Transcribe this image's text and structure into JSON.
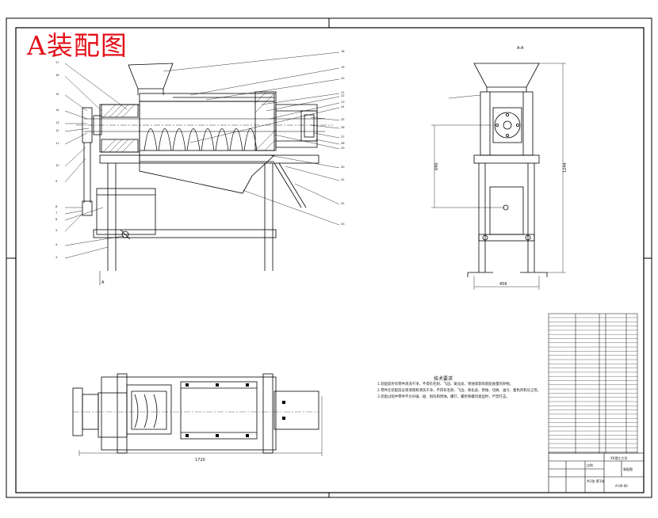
{
  "drawing": {
    "stamp_title": "A装配图",
    "view_label_side": "A-A",
    "dimensions": {
      "overall_length": "1720",
      "side_width": "456",
      "side_height": "690",
      "side_total_height": "1244"
    },
    "requirements": {
      "title": "技术要求",
      "lines": [
        "1.装配前所有零件清洗干净，不得有毛刺、飞边、氧化皮、锈蚀等影响装配质量的杂物。",
        "2.零件在装配前必须清理和清洗干净，不得有毛刺、飞边、氧化皮、锈蚀、切屑、油污、着色剂和灰尘等。",
        "3.装配过程中零件不允许磕、碰、划伤和锈蚀，螺钉、螺栓和螺母紧固时，严禁打击。"
      ]
    },
    "title_block": {
      "school": "XX理工大学",
      "drawing_name": "装配图",
      "code": "A-00-00",
      "scale_label": "比例",
      "sheet_label": "共1张 第1张"
    }
  }
}
